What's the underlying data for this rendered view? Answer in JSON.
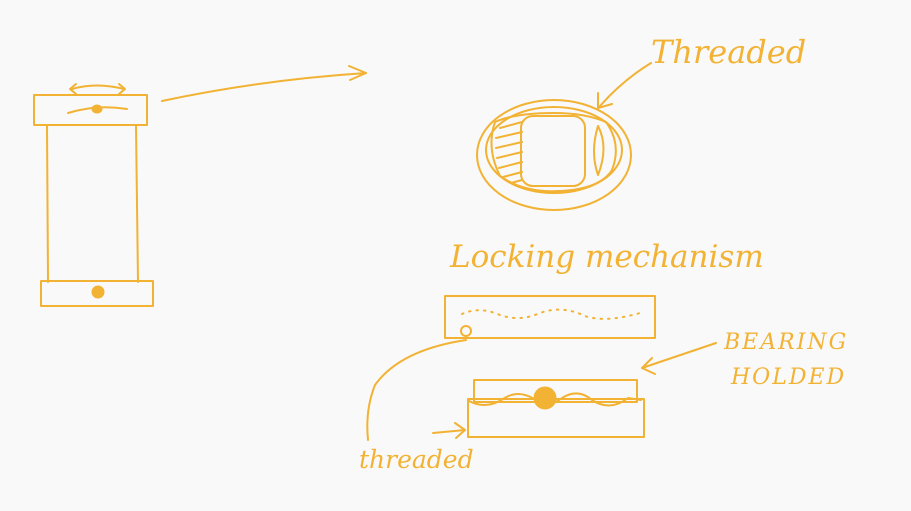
{
  "colors": {
    "background": "#f9f9f9",
    "ink": "#f2b233"
  },
  "labels": {
    "threaded_top": "Threaded",
    "locking_mechanism": "Locking mechanism",
    "bearing_holded_line1": "BEARING",
    "bearing_holded_line2": "HOLDED",
    "threaded_bottom": "threaded"
  }
}
